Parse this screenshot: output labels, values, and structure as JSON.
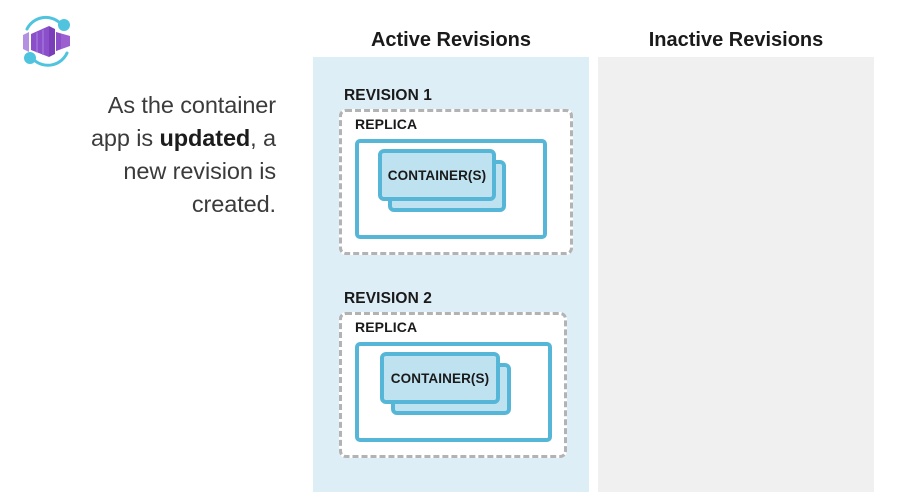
{
  "logo": {
    "icon_name": "azure-container-apps-icon",
    "cube_color": "#9b5fd0",
    "cube_dark": "#7a3fb8",
    "cube_light": "#b490e0",
    "orbit_color": "#50c4de"
  },
  "caption": {
    "line1": "As the container",
    "line2_prefix": "app is ",
    "line2_bold": "updated",
    "line2_suffix": ", a",
    "line3": "new revision is",
    "line4": "created."
  },
  "columns": [
    {
      "id": "active",
      "header": "Active Revisions",
      "background": "#ddeef7"
    },
    {
      "id": "inactive",
      "header": "Inactive Revisions",
      "background": "#f0f0f0"
    }
  ],
  "revisions": [
    {
      "label": "REVISION 1",
      "replica_label": "REPLICA",
      "container_label": "CONTAINER(S)"
    },
    {
      "label": "REVISION 2",
      "replica_label": "REPLICA",
      "container_label": "CONTAINER(S)"
    }
  ],
  "colors": {
    "blue_stroke": "#56b6d8",
    "container_fill": "#bfe2f1",
    "dashed_border": "#b3b3b3",
    "text": "#1a1a1a"
  }
}
